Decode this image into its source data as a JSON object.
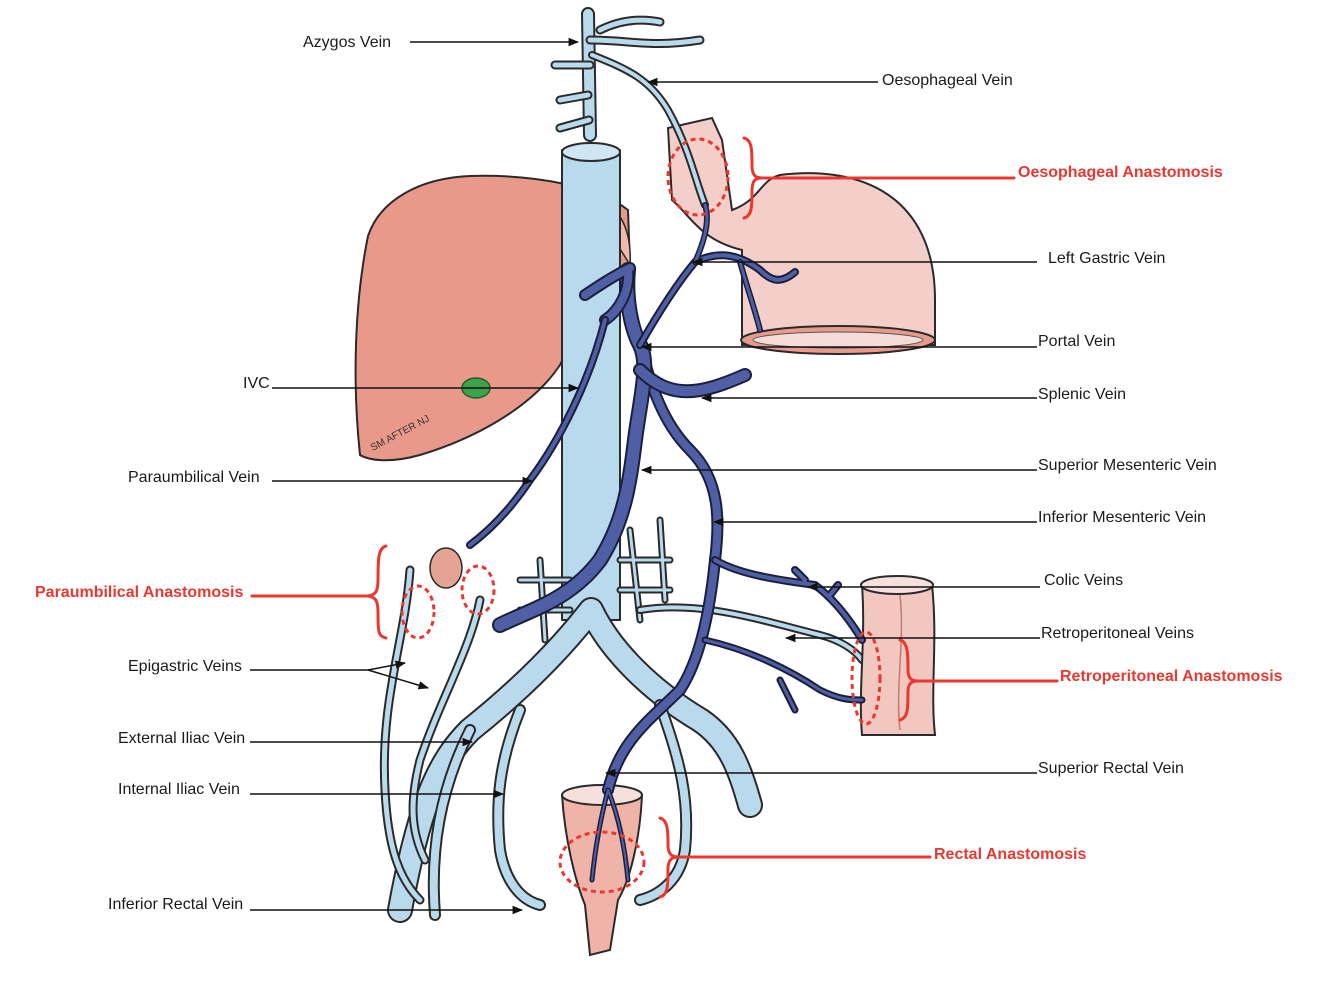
{
  "labels": {
    "azygos": "Azygos Vein",
    "oesophageal_vein": "Oesophageal Vein",
    "left_gastric": "Left Gastric Vein",
    "portal": "Portal Vein",
    "splenic": "Splenic Vein",
    "ivc": "IVC",
    "paraumbilical_vein": "Paraumbilical Vein",
    "superior_mesenteric": "Superior Mesenteric Vein",
    "inferior_mesenteric": "Inferior Mesenteric Vein",
    "colic": "Colic Veins",
    "retroperitoneal_veins": "Retroperitoneal Veins",
    "epigastric": "Epigastric Veins",
    "external_iliac": "External Iliac Vein",
    "internal_iliac": "Internal Iliac Vein",
    "superior_rectal": "Superior Rectal Vein",
    "inferior_rectal": "Inferior Rectal Vein"
  },
  "anastomoses": {
    "oesophageal": "Oesophageal Anastomosis",
    "paraumbilical": "Paraumbilical Anastomosis",
    "retroperitoneal": "Retroperitoneal Anastomosis",
    "rectal": "Rectal Anastomosis"
  },
  "signature": "SM AFTER NJ",
  "colors": {
    "systemic_vein": "#b9d9ec",
    "portal_vein": "#4f5fa6",
    "organ": "#e89a8c",
    "organ_light": "#f2c7c0",
    "highlight": "#e8382f",
    "gallbladder": "#3fa34d"
  }
}
